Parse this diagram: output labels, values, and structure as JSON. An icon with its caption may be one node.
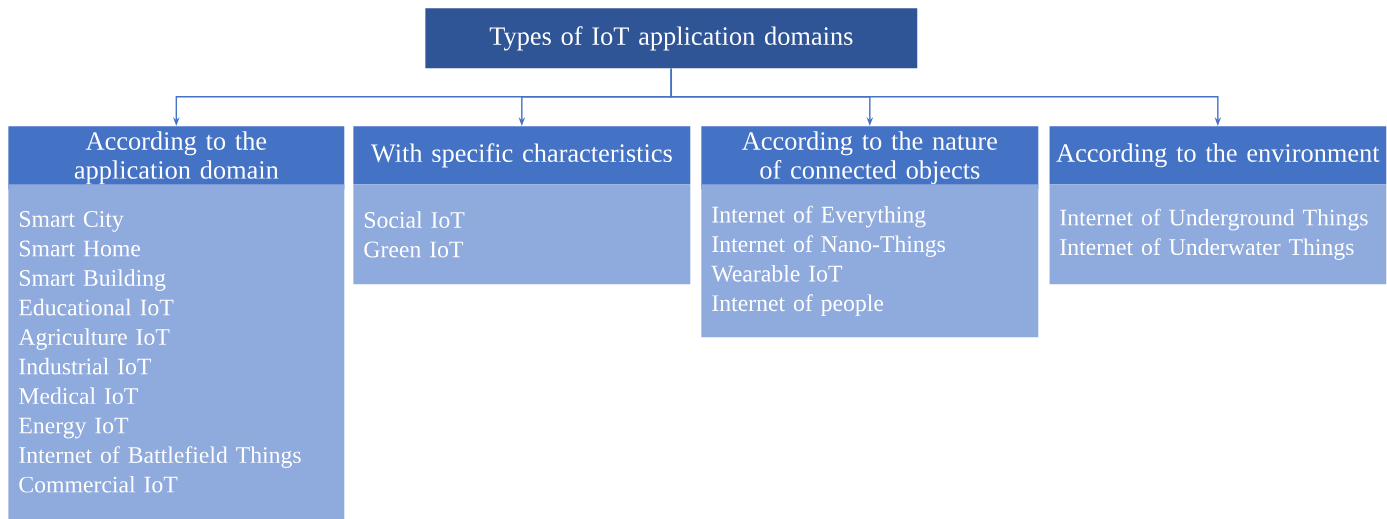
{
  "diagram": {
    "nodes": [
      {
        "text": [
          "Types of IoT application domains"
        ]
      },
      {
        "text": [
          "According to the application domain"
        ]
      },
      {
        "text": [
          "Smart City",
          "Smart Home",
          "Smart Building",
          "Educational IoT",
          "Agriculture IoT",
          "Industrial IoT",
          "Medical IoT",
          "Energy IoT",
          "Internet of Battlefield Things",
          "Commercial IoT"
        ]
      },
      {
        "text": [
          "With specific characteristics"
        ]
      },
      {
        "text": [
          "Social IoT",
          "Green IoT"
        ]
      },
      {
        "text": [
          "According to the nature of connected objects"
        ]
      },
      {
        "text": [
          "Internet of Everything",
          "Internet of Nano-Things",
          "Wearable IoT",
          "Internet of people"
        ]
      },
      {
        "text": [
          "According to the environment"
        ]
      },
      {
        "text": [
          "Internet of Underground Things",
          "Internet of Underwater Things"
        ]
      }
    ],
    "edges": [
      {
        "from": 0,
        "to": 1,
        "arrow": "to"
      },
      {
        "from": 0,
        "to": 3,
        "arrow": "to"
      },
      {
        "from": 0,
        "to": 5,
        "arrow": "to"
      },
      {
        "from": 0,
        "to": 7,
        "arrow": "to"
      }
    ]
  }
}
